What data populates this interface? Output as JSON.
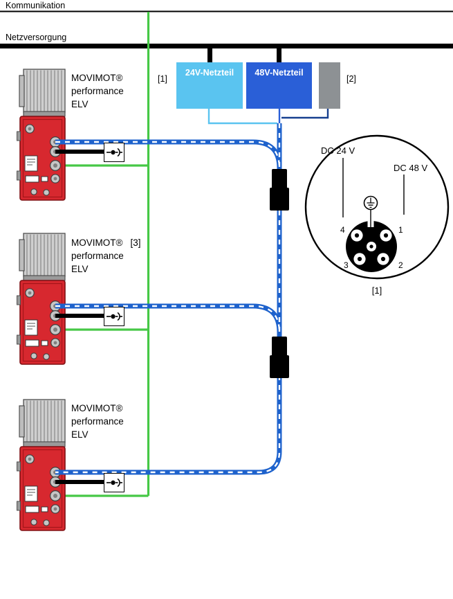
{
  "colors": {
    "green": "#46c846",
    "cable-blue": "#1e62cc",
    "psu24-blue": "#5ac4f0",
    "psu48-blue": "#2a5fd7",
    "device-red": "#d7282f",
    "box-gray": "#8d9194"
  },
  "buses": {
    "communication_label": "Kommunikation",
    "power_label": "Netzversorgung"
  },
  "power_section": {
    "ref_left": "[1]",
    "psu_24v_label": "24V-Netzteil",
    "psu_48v_label": "48V-Netzteil",
    "ref_right": "[2]"
  },
  "drives": [
    {
      "name_line1": "MOVIMOT®",
      "name_line2": "performance",
      "name_line3": "ELV",
      "ref": ""
    },
    {
      "name_line1": "MOVIMOT®",
      "name_line2": "performance",
      "name_line3": "ELV",
      "ref": "[3]"
    },
    {
      "name_line1": "MOVIMOT®",
      "name_line2": "performance",
      "name_line3": "ELV",
      "ref": ""
    }
  ],
  "connector_detail": {
    "dc24_label": "DC 24 V",
    "dc48_label": "DC 48 V",
    "pin1": "1",
    "pin2": "2",
    "pin3": "3",
    "pin4": "4",
    "ref": "[1]"
  }
}
